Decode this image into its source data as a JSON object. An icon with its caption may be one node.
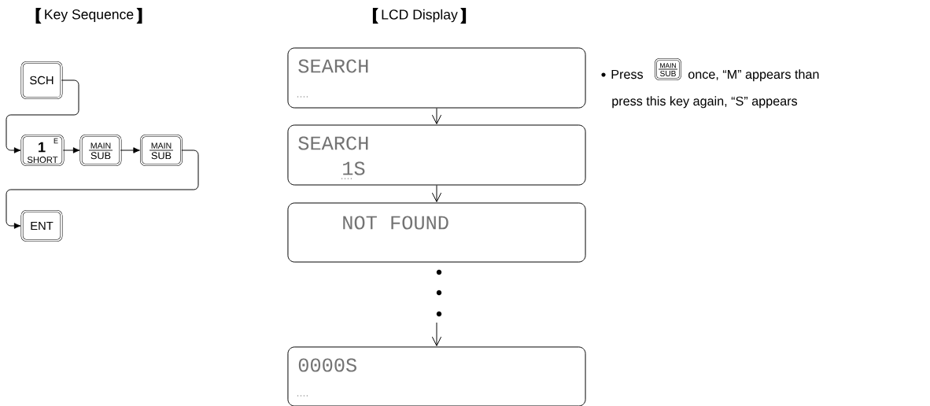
{
  "diagram": {
    "nodes": [
      {
        "text": [
          "SCH"
        ]
      },
      {
        "text": [
          "1",
          "E",
          "SHORT"
        ]
      },
      {
        "text": [
          "MAIN",
          "SUB"
        ]
      },
      {
        "text": [
          "MAIN",
          "SUB"
        ]
      },
      {
        "text": [
          "ENT"
        ]
      },
      {
        "text": [
          "SEARCH"
        ]
      },
      {
        "text": [
          "SEARCH",
          "1S"
        ]
      },
      {
        "text": [
          "NOT FOUND"
        ]
      },
      {
        "text": [
          "0000S"
        ]
      },
      {
        "text": [
          "MAIN",
          "SUB"
        ]
      }
    ],
    "edges": [
      {
        "from": 0,
        "to": 1,
        "arrow": "to"
      },
      {
        "from": 1,
        "to": 2,
        "arrow": "to"
      },
      {
        "from": 2,
        "to": 3,
        "arrow": "to"
      },
      {
        "from": 3,
        "to": 4,
        "arrow": "to"
      },
      {
        "from": 5,
        "to": 6,
        "arrow": "to"
      },
      {
        "from": 6,
        "to": 7,
        "arrow": "to"
      },
      {
        "from": null,
        "to": 8,
        "arrow": "to"
      }
    ],
    "labels": [
      "Key Sequence",
      "LCD Display",
      "Press",
      "once, “M” appears than",
      "press this key again, “S” appears"
    ]
  }
}
